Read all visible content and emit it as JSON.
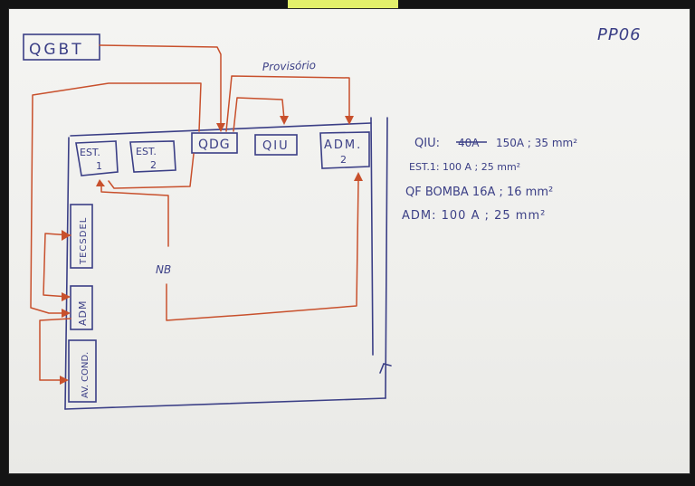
{
  "sheet_code": "PP06",
  "qgbt_label": "QGBT",
  "provisional_label": "Provisório",
  "nb_label": "NB",
  "boxes": {
    "est1": [
      "EST.",
      "1"
    ],
    "est2": [
      "EST.",
      "2"
    ],
    "qdg": "QDG",
    "qiu": "QIU",
    "adm2": [
      "ADM.",
      "2"
    ],
    "tecsdel": "TECSDEL",
    "adm": "ADM",
    "avcond": "AV. COND."
  },
  "notes": [
    {
      "struck": "40A",
      "text": "QIU:",
      "rest": "150A ; 35 mm²"
    },
    {
      "text": "EST.1: 100 A ; 25 mm²"
    },
    {
      "text": "QF BOMBA 16A ; 16 mm²"
    },
    {
      "text": "ADM: 100 A ; 25 mm²"
    }
  ],
  "colors": {
    "blue_ink": "#3b3f86",
    "red_ink": "#c8502c",
    "paper": "#f2f2f0"
  }
}
